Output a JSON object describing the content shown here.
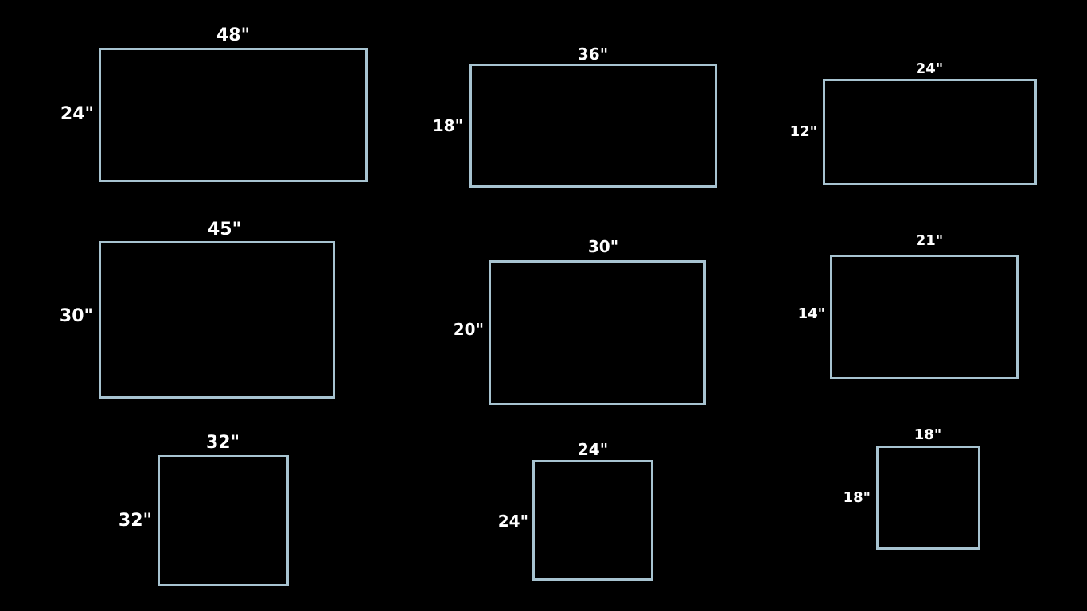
{
  "colors": {
    "background": "#000000",
    "frame_stroke": "#a7c3d0",
    "label_text": "#ffffff"
  },
  "frames": [
    {
      "width_label": "48\"",
      "height_label": "24\""
    },
    {
      "width_label": "36\"",
      "height_label": "18\""
    },
    {
      "width_label": "24\"",
      "height_label": "12\""
    },
    {
      "width_label": "45\"",
      "height_label": "30\""
    },
    {
      "width_label": "30\"",
      "height_label": "20\""
    },
    {
      "width_label": "21\"",
      "height_label": "14\""
    },
    {
      "width_label": "32\"",
      "height_label": "32\""
    },
    {
      "width_label": "24\"",
      "height_label": "24\""
    },
    {
      "width_label": "18\"",
      "height_label": "18\""
    }
  ]
}
